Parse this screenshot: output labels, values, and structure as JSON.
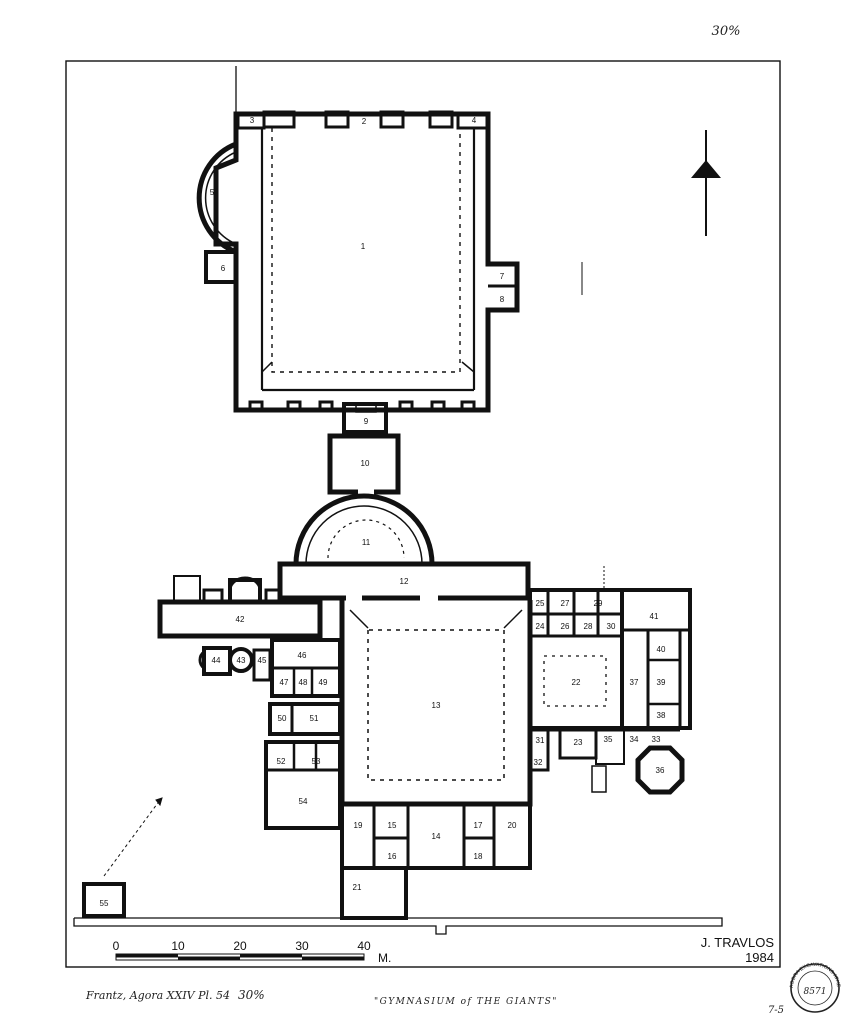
{
  "annotations": {
    "top_right_note": "30%",
    "bottom_right_note": "7-5"
  },
  "credit": {
    "author": "J. TRAVLOS",
    "year": "1984"
  },
  "scale_bar": {
    "ticks": [
      "0",
      "10",
      "20",
      "30",
      "40"
    ],
    "unit": "M."
  },
  "footer": {
    "reference": "Frantz, Agora XXIV   Pl. 54",
    "percent": "30%",
    "caption": "\"GYMNASIUM of THE GIANTS\""
  },
  "stamp": {
    "text": "AGORA EXCAVATIONS ATHENS",
    "number": "8571"
  },
  "rooms": [
    "1",
    "2",
    "3",
    "4",
    "5",
    "6",
    "7",
    "8",
    "9",
    "10",
    "11",
    "12",
    "13",
    "14",
    "15",
    "16",
    "17",
    "18",
    "19",
    "20",
    "21",
    "22",
    "23",
    "24",
    "25",
    "26",
    "27",
    "28",
    "29",
    "30",
    "31",
    "32",
    "33",
    "34",
    "35",
    "36",
    "37",
    "38",
    "39",
    "40",
    "41",
    "42",
    "43",
    "44",
    "45",
    "46",
    "47",
    "48",
    "49",
    "50",
    "51",
    "52",
    "53",
    "54",
    "55"
  ],
  "colors": {
    "ink": "#111111",
    "paper": "#ffffff"
  }
}
